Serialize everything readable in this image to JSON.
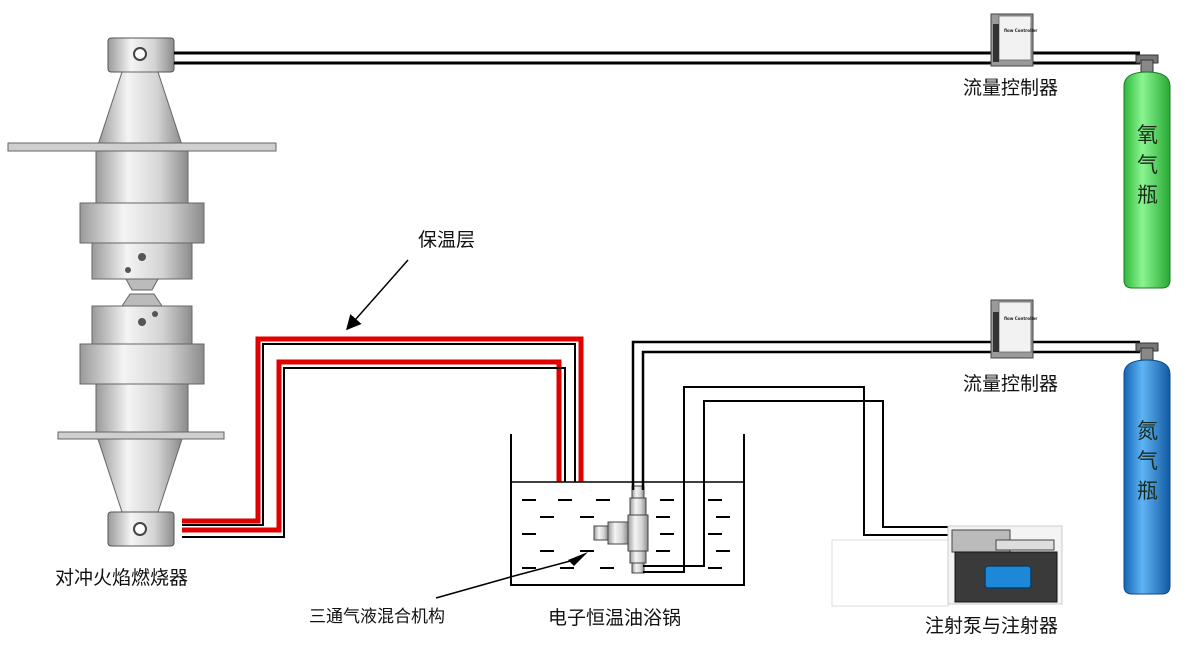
{
  "labels": {
    "burner": "对冲火焰燃烧器",
    "insulation": "保温层",
    "mixer": "三通气液混合机构",
    "oil_bath": "电子恒温油浴锅",
    "syringe_pump": "注射泵与注射器",
    "flow_controller_top": "流量控制器",
    "flow_controller_bottom": "流量控制器",
    "flow_controller_plate": "flow Controller"
  },
  "bottles": {
    "oxygen": {
      "chars": [
        "氧",
        "气",
        "瓶"
      ],
      "color": "#5ee86a"
    },
    "nitrogen": {
      "chars": [
        "氮",
        "气",
        "瓶"
      ],
      "color": "#2f8fe0"
    }
  },
  "colors": {
    "insulation": "#e00000",
    "pipe": "#000000",
    "burner_metal": "#d9d9d9"
  }
}
